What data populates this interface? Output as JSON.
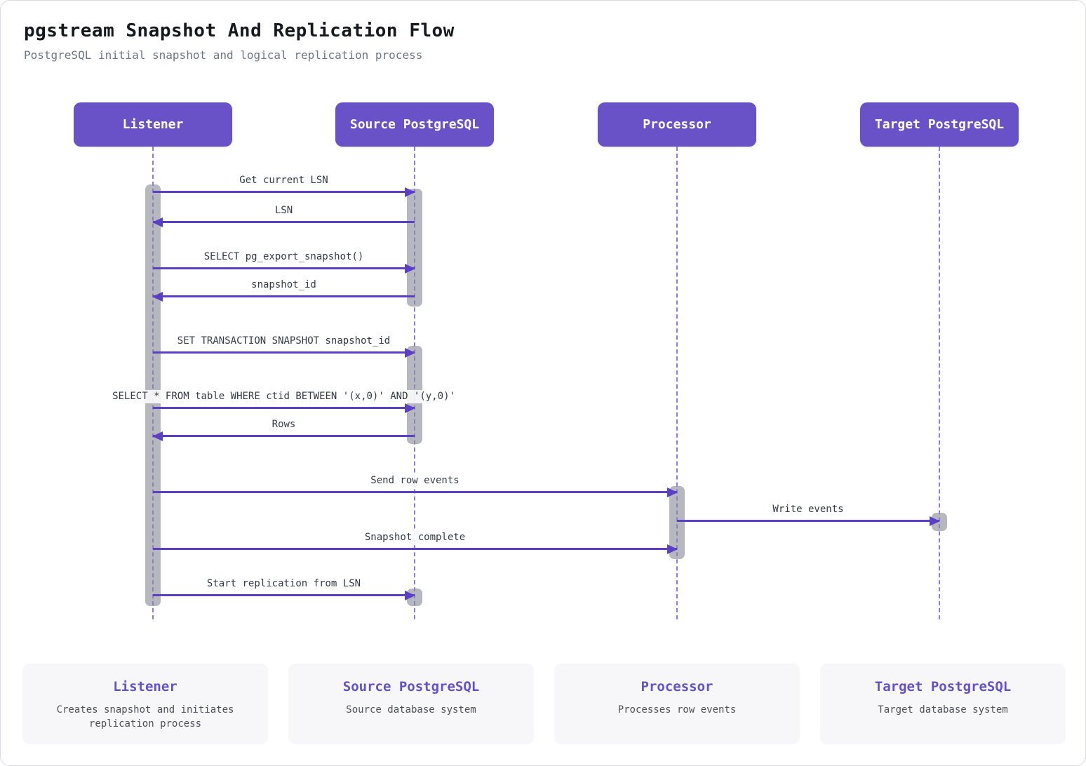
{
  "header": {
    "title": "pgstream Snapshot And Replication Flow",
    "subtitle": "PostgreSQL initial snapshot and logical replication process"
  },
  "colors": {
    "actor_fill": "#6952c8",
    "arrow": "#5b3fc4",
    "lifeline": "#8d7ce0",
    "activation": "#8a8a98",
    "message_text": "#333a46",
    "legend_bg": "#f7f7f9",
    "legend_title": "#6351c7"
  },
  "diagram": {
    "actors": [
      {
        "id": "listener",
        "label": "Listener"
      },
      {
        "id": "source",
        "label": "Source PostgreSQL"
      },
      {
        "id": "processor",
        "label": "Processor"
      },
      {
        "id": "target",
        "label": "Target PostgreSQL"
      }
    ],
    "messages": [
      {
        "label": "Get current LSN",
        "from": "Listener",
        "to": "Source PostgreSQL",
        "direction": "right"
      },
      {
        "label": "LSN",
        "from": "Source PostgreSQL",
        "to": "Listener",
        "direction": "left"
      },
      {
        "label": "SELECT pg_export_snapshot()",
        "from": "Listener",
        "to": "Source PostgreSQL",
        "direction": "right"
      },
      {
        "label": "snapshot_id",
        "from": "Source PostgreSQL",
        "to": "Listener",
        "direction": "left"
      },
      {
        "label": "SET TRANSACTION SNAPSHOT snapshot_id",
        "from": "Listener",
        "to": "Source PostgreSQL",
        "direction": "right"
      },
      {
        "label": "SELECT * FROM table WHERE ctid BETWEEN '(x,0)' AND '(y,0)'",
        "from": "Listener",
        "to": "Source PostgreSQL",
        "direction": "right"
      },
      {
        "label": "Rows",
        "from": "Source PostgreSQL",
        "to": "Listener",
        "direction": "left"
      },
      {
        "label": "Send row events",
        "from": "Listener",
        "to": "Processor",
        "direction": "right"
      },
      {
        "label": "Write events",
        "from": "Processor",
        "to": "Target PostgreSQL",
        "direction": "right"
      },
      {
        "label": "Snapshot complete",
        "from": "Listener",
        "to": "Processor",
        "direction": "right"
      },
      {
        "label": "Start replication from LSN",
        "from": "Listener",
        "to": "Source PostgreSQL",
        "direction": "right"
      }
    ]
  },
  "legend": [
    {
      "title": "Listener",
      "description": "Creates snapshot and initiates replication process"
    },
    {
      "title": "Source PostgreSQL",
      "description": "Source database system"
    },
    {
      "title": "Processor",
      "description": "Processes row events"
    },
    {
      "title": "Target PostgreSQL",
      "description": "Target database system"
    }
  ]
}
